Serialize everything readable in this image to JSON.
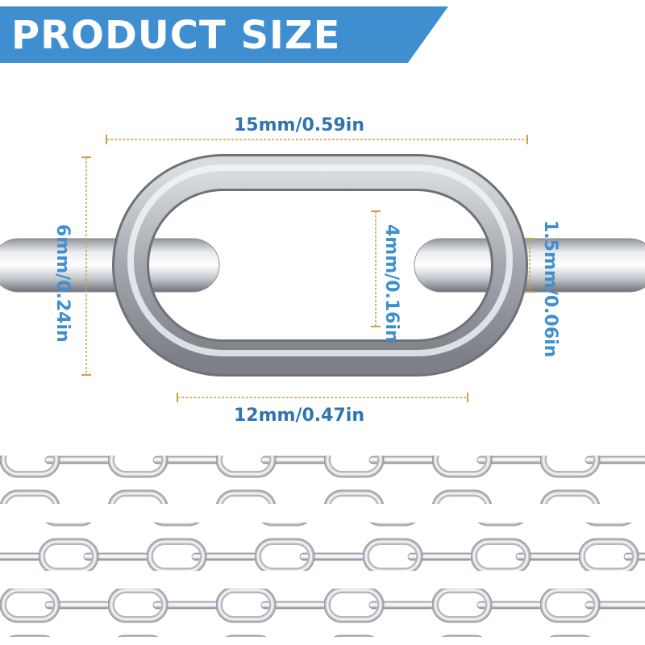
{
  "banner": {
    "title": "PRODUCT SIZE",
    "color": "#3f8fd0"
  },
  "dimensions": {
    "total_length": "15mm/0.59in",
    "inner_length": "12mm/0.47in",
    "total_width": "6mm/0.24in",
    "inner_width": "4mm/0.16in",
    "wire_diameter": "1.5mm/0.06in"
  },
  "colors": {
    "label_blue": "#3f8fd0",
    "dimension_line": "#c7a24a",
    "steel": "#b9bcc2"
  }
}
